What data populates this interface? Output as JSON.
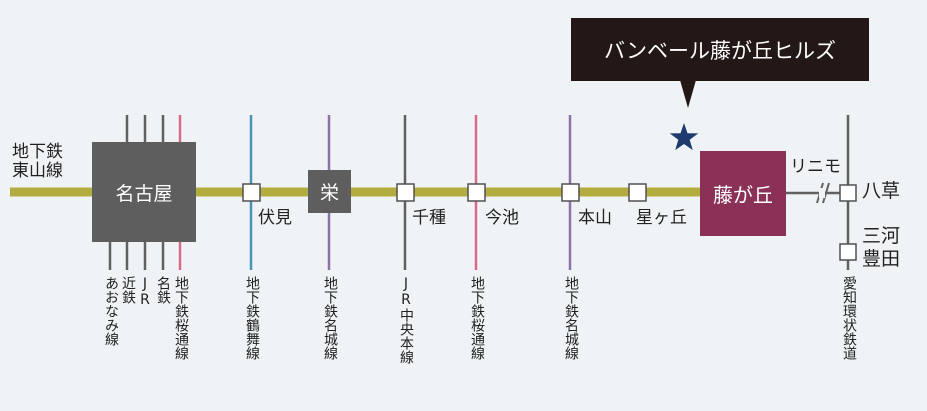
{
  "colors": {
    "main_line": "#b3ac3f",
    "hub_box": "#5e5e5e",
    "highlight_box": "#8b3157",
    "callout_bg": "#231815",
    "star": "#1e3a6e",
    "gray_line": "#606060",
    "teal_line": "#4b93b6",
    "purple_line": "#8b72a8",
    "pink_line": "#d86b83"
  },
  "callout": {
    "text": "バンベール藤が丘ヒルズ",
    "marker": "star-icon"
  },
  "left_line_label": [
    "地下鉄",
    "東山線"
  ],
  "stations": {
    "nagoya": "名古屋",
    "fushimi": "伏見",
    "sakae": "栄",
    "chikusa": "千種",
    "imaike": "今池",
    "motoyama": "本山",
    "hoshigaoka": "星ヶ丘",
    "fujigaoka": "藤が丘",
    "yakusa": "八草",
    "mikawa_toyota": [
      "三河",
      "豊田"
    ]
  },
  "linimo_label": "リニモ",
  "transfer_lines": {
    "nagoya": [
      "あおなみ線",
      "近鉄",
      "JR",
      "名鉄",
      "地下鉄桜通線"
    ],
    "fushimi": "地下鉄鶴舞線",
    "sakae": "地下鉄名城線",
    "chikusa": "JR中央本線",
    "imaike": "地下鉄桜通線",
    "motoyama": "地下鉄名城線",
    "aikan": "愛知環状鉄道"
  }
}
